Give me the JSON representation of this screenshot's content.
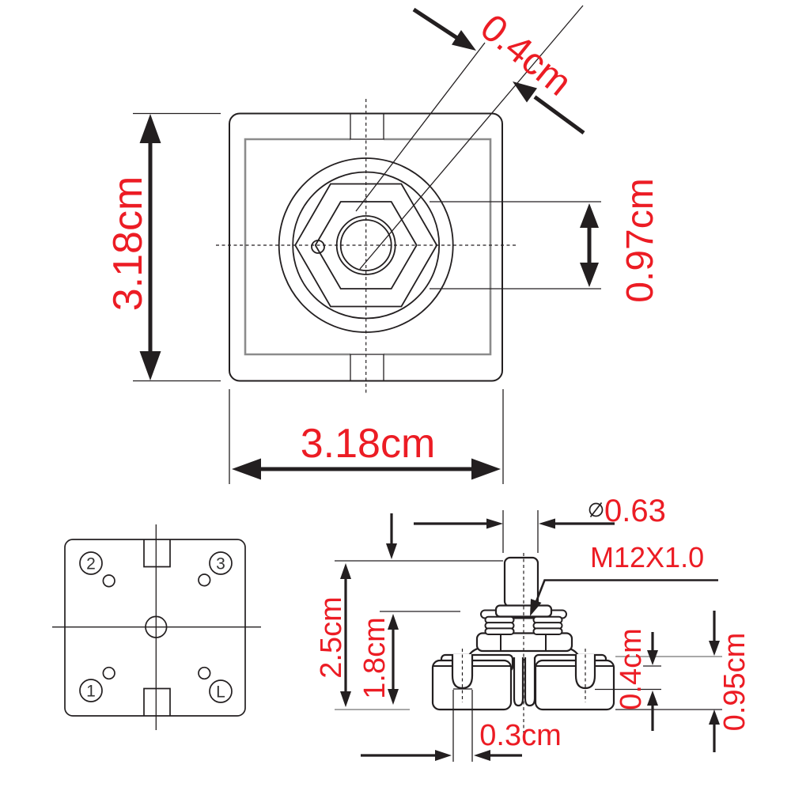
{
  "drawing": {
    "type": "technical-dimension-drawing",
    "subject": "panel-mount rotary switch",
    "colors": {
      "dimension_text_red": "#ec1c24",
      "line_black": "#231f20",
      "secondary_line_gray": "#8c8c8c"
    },
    "top_view": {
      "height_dim": "3.18cm",
      "width_dim": "3.18cm",
      "shaft_hole_dim": "0.4cm",
      "hex_across_flats_dim": "0.97cm"
    },
    "back_view": {
      "terminals": [
        "2",
        "3",
        "1",
        "L"
      ]
    },
    "side_view": {
      "diameter_symbol": "⌀",
      "shaft_diameter_dim": "0.63",
      "thread_spec": "M12X1.0",
      "overall_height_dim": "2.5cm",
      "body_height_dim": "1.8cm",
      "slot_width_dim": "0.3cm",
      "slot_depth_dim": "0.4cm",
      "base_height_dim": "0.95cm"
    }
  }
}
